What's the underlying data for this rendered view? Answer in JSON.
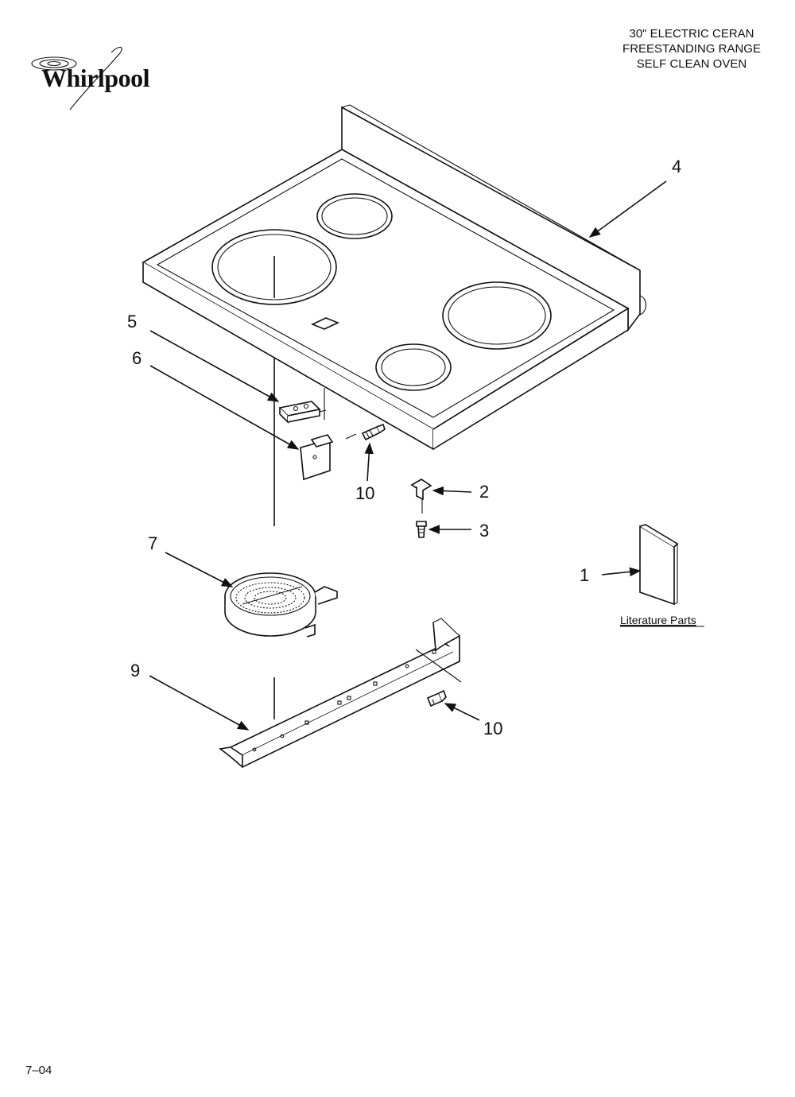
{
  "header": {
    "brand": "Whirlpool",
    "title_lines": [
      "30\" ELECTRIC CERAN",
      "FREESTANDING RANGE",
      "SELF CLEAN OVEN"
    ]
  },
  "callouts": {
    "c1": "1",
    "c2": "2",
    "c3": "3",
    "c4": "4",
    "c5": "5",
    "c6": "6",
    "c7": "7",
    "c9": "9",
    "c10a": "10",
    "c10b": "10"
  },
  "literature_label": "Literature Parts",
  "footer_code": "7–04"
}
